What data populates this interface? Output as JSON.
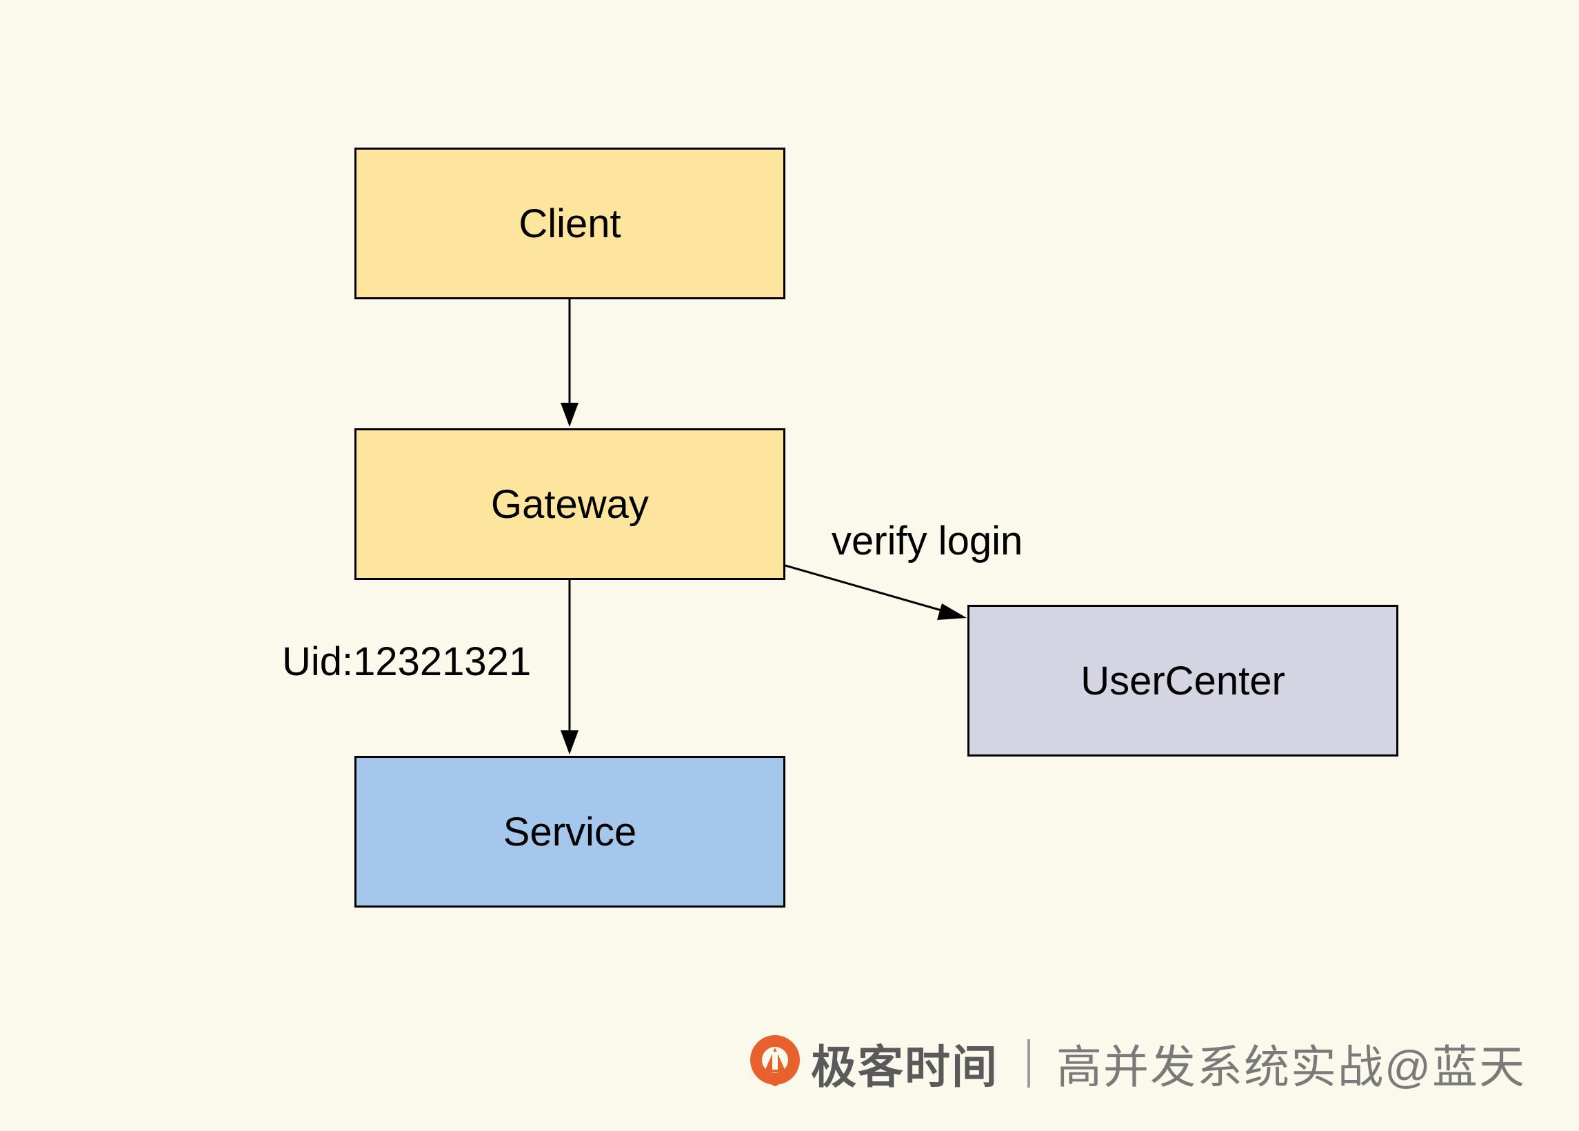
{
  "diagram": {
    "nodes": [
      {
        "id": "client",
        "label": "Client",
        "fill": "#FEE59E"
      },
      {
        "id": "gateway",
        "label": "Gateway",
        "fill": "#FEE59E"
      },
      {
        "id": "usercenter",
        "label": "UserCenter",
        "fill": "#D4D4E2"
      },
      {
        "id": "service",
        "label": "Service",
        "fill": "#A6C7EC"
      }
    ],
    "edges": [
      {
        "from": "client",
        "to": "gateway",
        "label": ""
      },
      {
        "from": "gateway",
        "to": "usercenter",
        "label": "verify login"
      },
      {
        "from": "gateway",
        "to": "service",
        "label": "Uid:12321321"
      }
    ]
  },
  "labels": {
    "verify_login": "verify login",
    "uid": "Uid:12321321"
  },
  "footer": {
    "brand": "极客时间",
    "course": "高并发系统实战@蓝天",
    "brand_color": "#E8612C"
  },
  "colors": {
    "background": "#FBF8EC",
    "stroke": "#000000"
  }
}
